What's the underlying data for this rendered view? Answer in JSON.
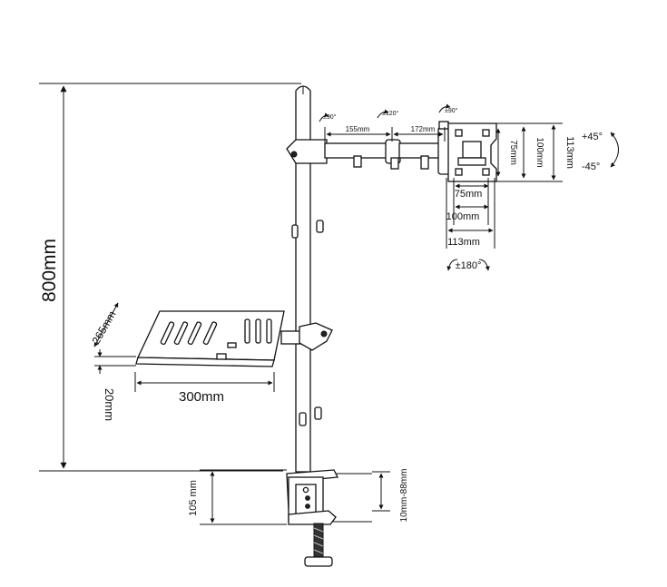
{
  "dimensions": {
    "height_total": "800mm",
    "arm_segment_1": "155mm",
    "arm_segment_2": "172mm",
    "vesa_small_w": "75mm",
    "vesa_large_w": "100mm",
    "plate_w": "113mm",
    "vesa_small_h": "75mm",
    "vesa_large_h": "100mm",
    "plate_h": "113mm",
    "tray_depth": "265mm",
    "tray_width": "300mm",
    "tray_lip": "20mm",
    "clamp_height": "105 mm",
    "clamp_range": "10mm-88mm"
  },
  "rotations": {
    "arm_joint_1": "±90°",
    "arm_joint_2": "±120°",
    "head_swivel": "±90°",
    "tilt_up": "+45°",
    "tilt_down": "-45°",
    "rotation": "±180°"
  },
  "colors": {
    "line": "#111111",
    "background": "#ffffff"
  }
}
